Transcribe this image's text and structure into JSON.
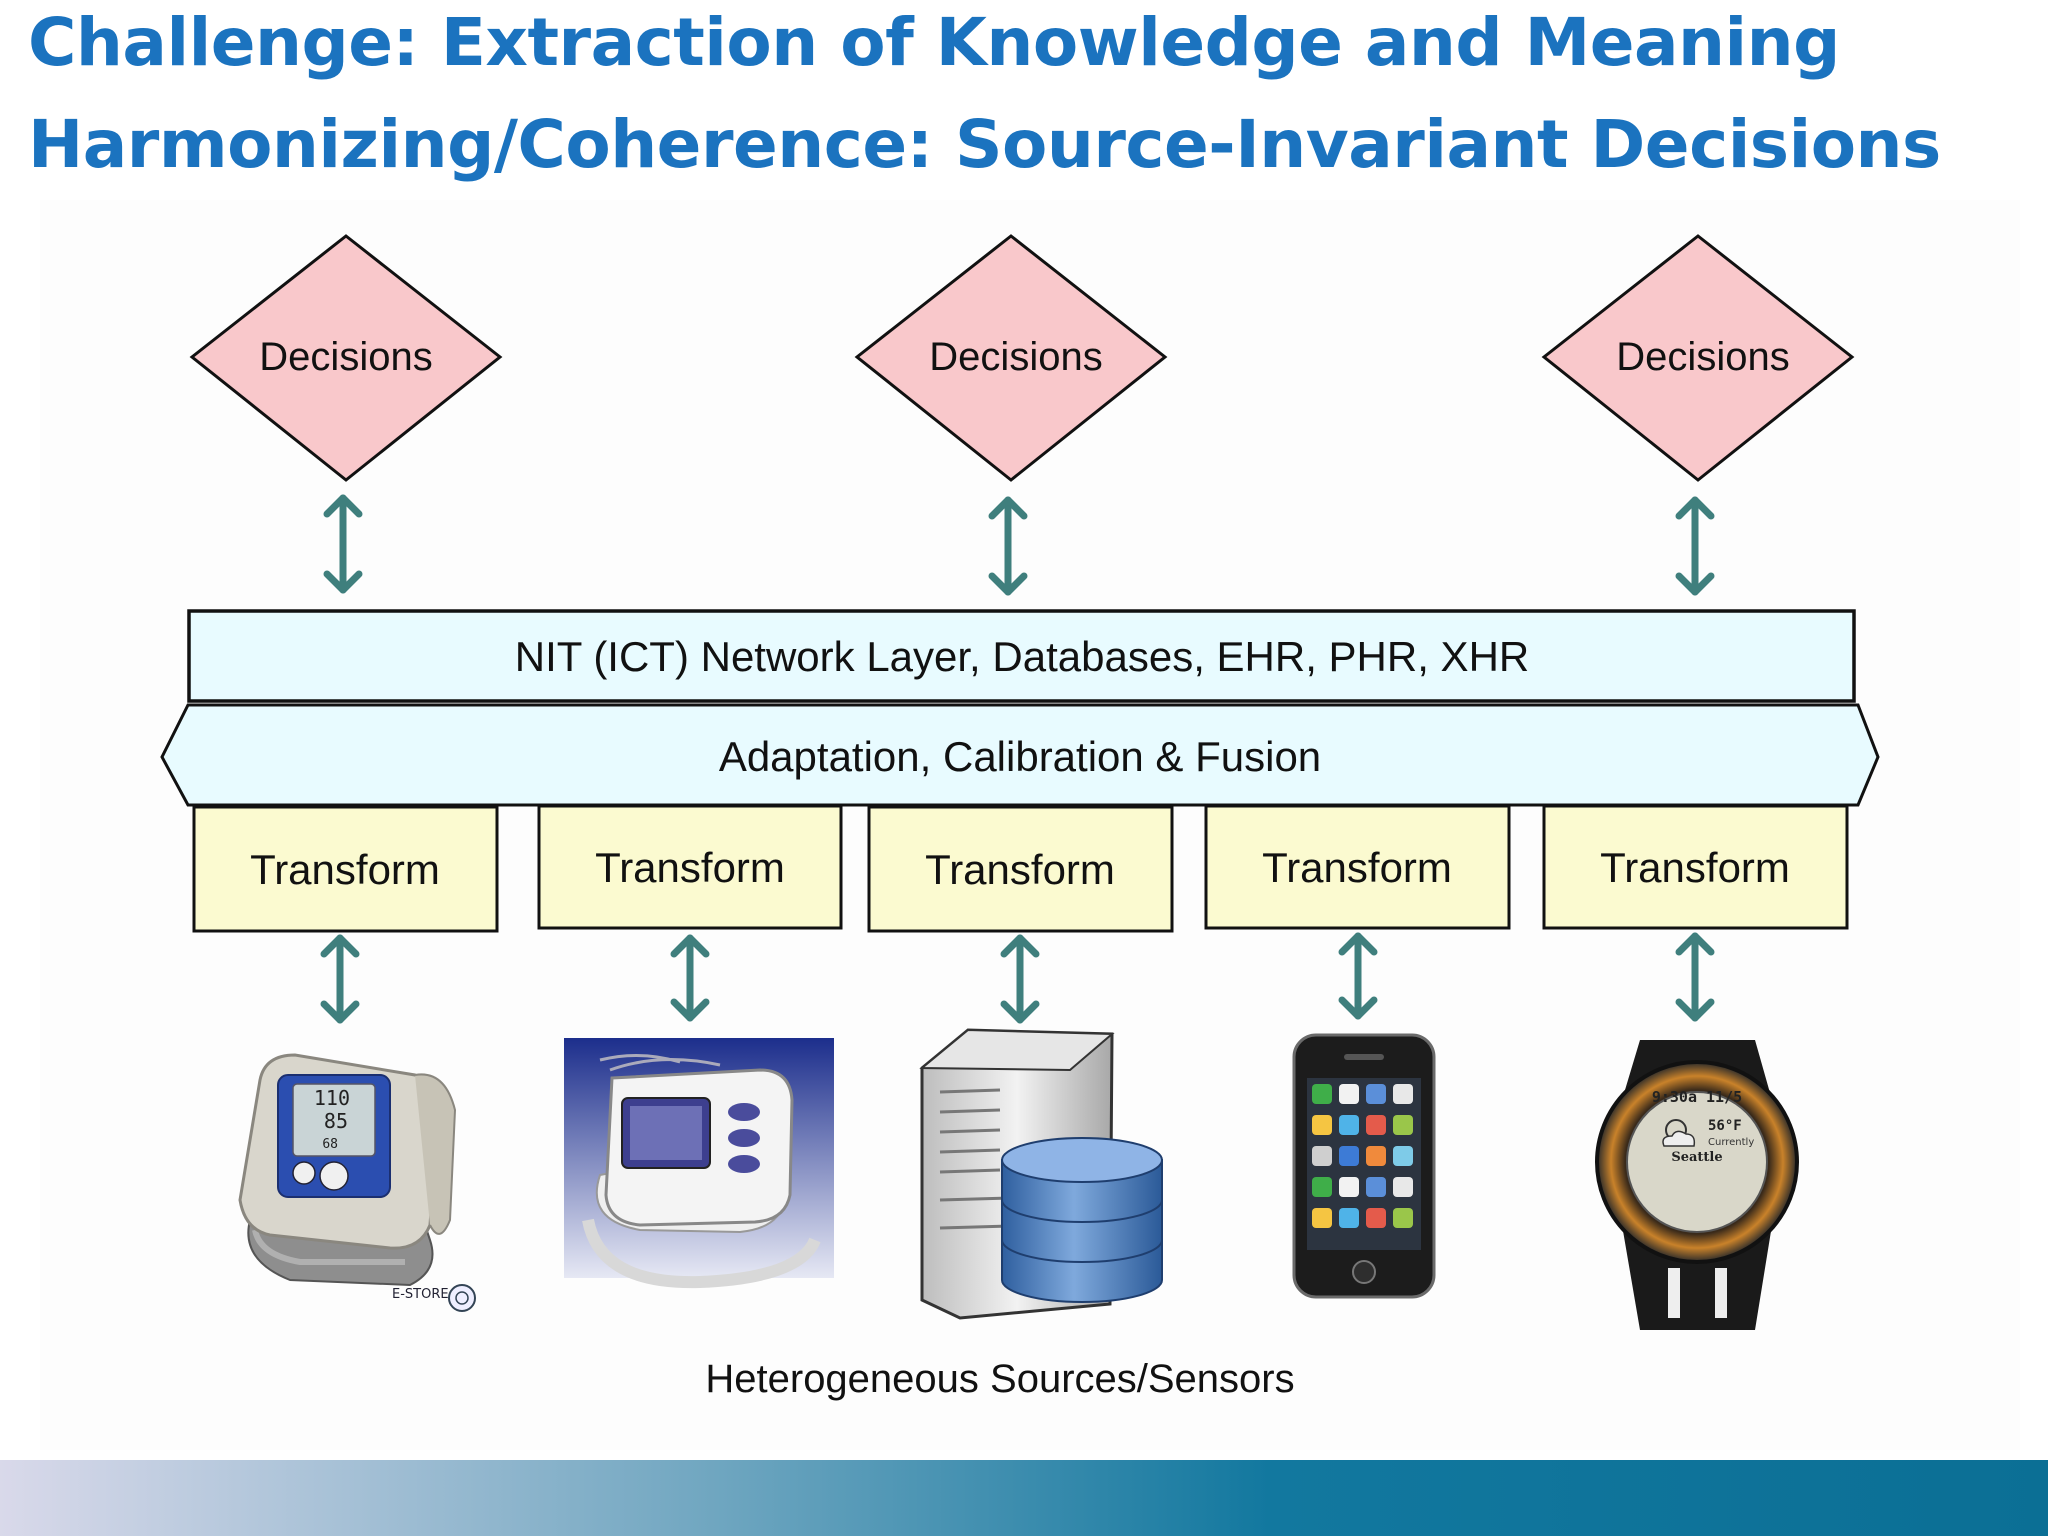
{
  "title": {
    "line1": "Challenge:  Extraction of Knowledge and Meaning",
    "line2": "Harmonizing/Coherence: Source-Invariant Decisions"
  },
  "decisions": [
    {
      "label": "Decisions"
    },
    {
      "label": "Decisions"
    },
    {
      "label": "Decisions"
    }
  ],
  "network_layer": {
    "label": "NIT (ICT)  Network Layer, Databases, EHR, PHR, XHR"
  },
  "adaptation_layer": {
    "label": "Adaptation, Calibration & Fusion"
  },
  "transforms": [
    {
      "label": "Transform"
    },
    {
      "label": "Transform"
    },
    {
      "label": "Transform"
    },
    {
      "label": "Transform"
    },
    {
      "label": "Transform"
    }
  ],
  "devices": [
    {
      "icon": "wrist-blood-pressure-monitor-icon",
      "readout": [
        "110",
        "85",
        "68"
      ],
      "brand": "E-STORE"
    },
    {
      "icon": "arm-blood-pressure-monitor-icon"
    },
    {
      "icon": "server-database-icon"
    },
    {
      "icon": "smartphone-icon"
    },
    {
      "icon": "smartwatch-icon",
      "readout": [
        "9:30a 11/5",
        "56°F",
        "Currently",
        "Seattle"
      ]
    }
  ],
  "sources_caption": "Heterogeneous Sources/Sensors",
  "colors": {
    "title": "#1b73bf",
    "decision_fill": "#f9c8cb",
    "layer_fill": "#e8fbff",
    "transform_fill": "#fbfad0",
    "arrow": "#3f7f7d"
  }
}
